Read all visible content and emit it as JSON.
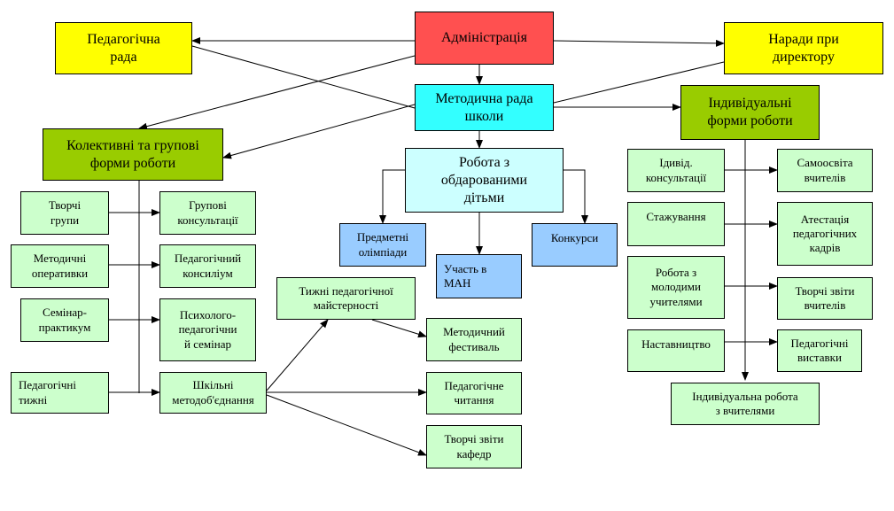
{
  "colors": {
    "yellow": "#ffff00",
    "red": "#ff5050",
    "cyan": "#33ffff",
    "olive": "#99cc00",
    "light_green": "#ccffcc",
    "light_blue": "#99ccff",
    "light_cyan": "#ccffff"
  },
  "nodes": {
    "admin": "Адміністрація",
    "ped_rada": "Педагогічна\nрада",
    "narady": "Наради при\nдиректору",
    "metod_rada": "Методична рада\nшколи",
    "kolektyvni": "Колективні та групові\nформи роботи",
    "indyvidualni": "Індивідуальні\nформи роботи",
    "obdarovani": "Робота з\nобдарованими\nдітьми",
    "olimpiady": "Предметні\nолімпіади",
    "man": "Участь в\nМАН",
    "konkursy": "Конкурси",
    "tvorchi_grupy": "Творчі\nгрупи",
    "grupovi_kons": "Групові\nконсультації",
    "metod_operatyvky": "Методичні\nоперативки",
    "ped_konsylium": "Педагогічний\nконсиліум",
    "seminar_praktykum": "Семінар-\nпрактикум",
    "psyh_seminar": "Психолого-\nпедагогічни\nй семінар",
    "ped_tyzhni": "Педагогічні\nтижні",
    "shkilni_mo": "Шкільні\nметодоб'єднання",
    "tyzhni_maisternosti": "Тижні педагогічної\nмайстерності",
    "metod_festyval": "Методичний\nфестиваль",
    "ped_chytannia": "Педагогічне\nчитання",
    "tvorchi_zvity_kafedr": "Творчі звіти\nкафедр",
    "indyvid_kons": "Ідивід.\nконсультації",
    "samoosvita": "Самоосвіта\nвчителів",
    "stazhuvannia": "Стажування",
    "atestatsiia": "Атестація\nпедагогічних\nкадрів",
    "molodi": "Робота з\nмолодими\nучителями",
    "tvorchi_zvity_vchyteliv": "Творчі звіти\nвчителів",
    "nastavnytstvo": "Наставництво",
    "ped_vystavky": "Педагогічні\nвиставки",
    "indyvid_robota": "Індивідуальна робота\nз вчителями"
  }
}
